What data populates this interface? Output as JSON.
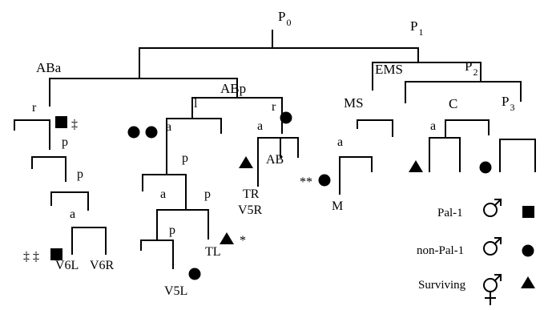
{
  "nodes": {
    "p0": "P",
    "p0_sub": "0",
    "p1": "P",
    "p1_sub": "1",
    "p2": "P",
    "p2_sub": "2",
    "p3": "P",
    "p3_sub": "3",
    "aba": "ABa",
    "abp": "ABp",
    "ems": "EMS",
    "ms": "MS",
    "c": "C"
  },
  "branch_letters": {
    "aba_r": "r",
    "aba_p1": "p",
    "aba_p2": "p",
    "aba_a": "a",
    "abp_l": "l",
    "abp_l_a": "a",
    "abp_l_p1": "p",
    "abp_l_a2": "a",
    "abp_l_p2": "p",
    "abp_l_p3": "p",
    "abp_r": "r",
    "abp_r_a": "a",
    "ms_a": "a",
    "c_a": "a"
  },
  "cell_names": {
    "v6l": "V6L",
    "v6r": "V6R",
    "v5l": "V5L",
    "tl": "TL",
    "tr": "TR",
    "v5r": "V5R",
    "ab": "AB",
    "m": "M"
  },
  "annotations": {
    "double_dagger": "‡",
    "double_dagger_pair": "‡ ‡",
    "asterisk": "*",
    "double_asterisk": "**"
  },
  "legend": [
    {
      "label": "Pal-1",
      "sex_symbol": "male",
      "marker": "square"
    },
    {
      "label": "non-Pal-1",
      "sex_symbol": "male",
      "marker": "circle"
    },
    {
      "label": "Surviving",
      "sex_symbol": "hermaphrodite",
      "marker": "triangle"
    }
  ],
  "colors": {
    "line": "#000000",
    "marker": "#000000",
    "background": "#ffffff"
  }
}
